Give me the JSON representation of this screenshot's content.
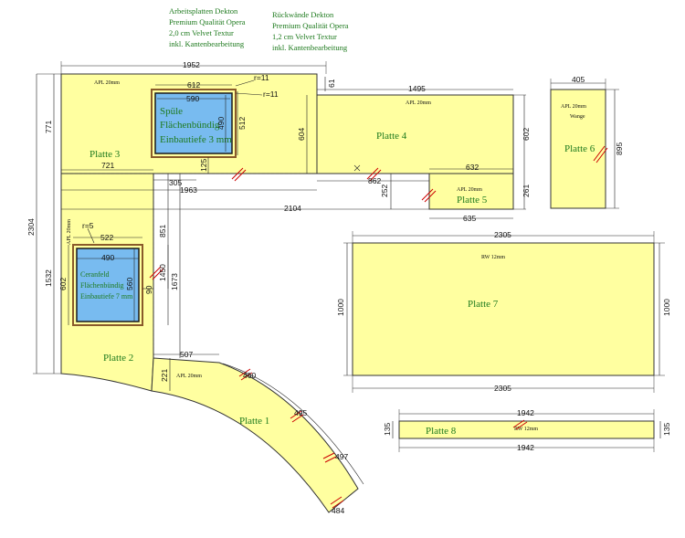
{
  "notes": {
    "arbeitsplatten": [
      "Arbeitsplatten Dekton",
      "Premium Qualität Opera",
      "2,0 cm Velvet Textur",
      "inkl. Kantenbearbeitung"
    ],
    "rueckwaende": [
      "Rückwände Dekton",
      "Premium Qualität Opera",
      "1,2 cm Velvet Textur",
      "inkl. Kantenbearbeitung"
    ]
  },
  "plates": {
    "p1": "Platte 1",
    "p2": "Platte 2",
    "p3": "Platte 3",
    "p4": "Platte 4",
    "p5": "Platte 5",
    "p6": "Platte 6",
    "p7": "Platte 7",
    "p8": "Platte 8"
  },
  "materials": {
    "apl_p3": "APL 20mm",
    "apl_p4": "APL 20mm",
    "apl_p5": "APL 20mm",
    "apl_p6": "APL 20mm",
    "wange": "Wange",
    "apl_p2": "APL 20mm",
    "apl_p1": "APL 20mm",
    "rw_p7": "RW 12mm",
    "rw_p8": "RW 12mm"
  },
  "cutouts": {
    "sink": [
      "Spüle",
      "Flächenbündig",
      "Einbautiefe 3 mm"
    ],
    "hob": [
      "Ceranfeld",
      "Flächenbündig",
      "Einbautiefe 7 mm"
    ]
  },
  "dims": {
    "d1952": "1952",
    "d612": "612",
    "d590": "590",
    "d490a": "490",
    "d512": "512",
    "r11a": "r=11",
    "r11b": "r=11",
    "d61": "61",
    "d771": "771",
    "d2304": "2304",
    "d1495": "1495",
    "d604": "604",
    "d602": "602",
    "d125": "125",
    "d721": "721",
    "d305": "305",
    "d1963": "1963",
    "d862": "862",
    "d632": "632",
    "d252": "252",
    "d261": "261",
    "d2104": "2104",
    "d635": "635",
    "d405": "405",
    "d895": "895",
    "r5": "r=5",
    "d522": "522",
    "d490b": "490",
    "d602b": "602",
    "d560": "560",
    "d90": "90",
    "d851": "851",
    "d1450": "1450",
    "d1673": "1673",
    "d1532": "1532",
    "d2305a": "2305",
    "d1000a": "1000",
    "d1000b": "1000",
    "d2305b": "2305",
    "d507": "507",
    "d221": "221",
    "d460": "460",
    "d495": "495",
    "d497": "497",
    "d484": "484",
    "d1942a": "1942",
    "d135a": "135",
    "d135b": "135",
    "d1942b": "1942"
  }
}
